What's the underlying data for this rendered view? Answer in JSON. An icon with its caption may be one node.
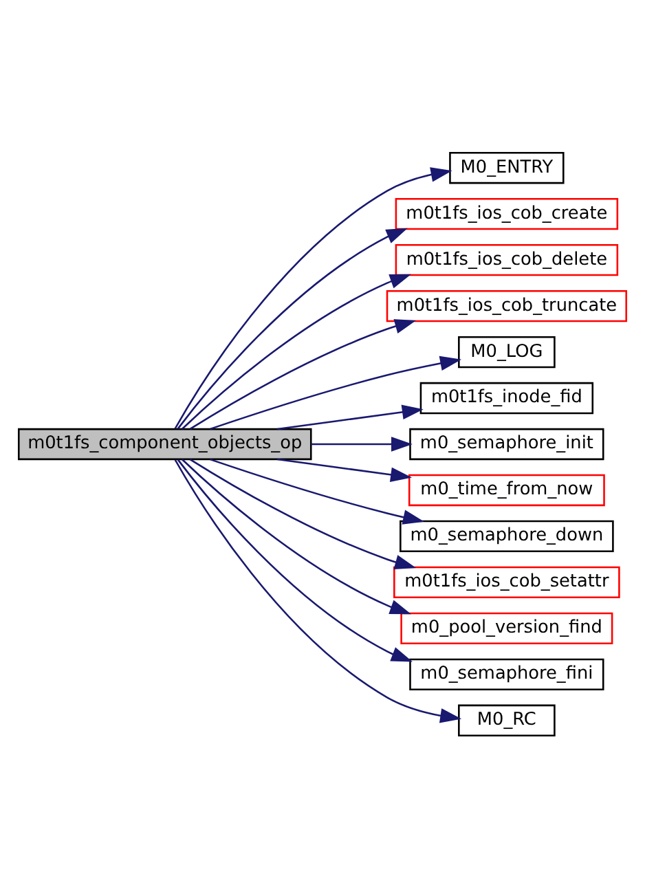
{
  "diagram": {
    "nodes": [
      {
        "text": [
          "m0t1fs_component_objects_op"
        ]
      },
      {
        "text": [
          "M0_ENTRY"
        ]
      },
      {
        "text": [
          "m0t1fs_ios_cob_create"
        ]
      },
      {
        "text": [
          "m0t1fs_ios_cob_delete"
        ]
      },
      {
        "text": [
          "m0t1fs_ios_cob_truncate"
        ]
      },
      {
        "text": [
          "M0_LOG"
        ]
      },
      {
        "text": [
          "m0t1fs_inode_fid"
        ]
      },
      {
        "text": [
          "m0_semaphore_init"
        ]
      },
      {
        "text": [
          "m0_time_from_now"
        ]
      },
      {
        "text": [
          "m0_semaphore_down"
        ]
      },
      {
        "text": [
          "m0t1fs_ios_cob_setattr"
        ]
      },
      {
        "text": [
          "m0_pool_version_find"
        ]
      },
      {
        "text": [
          "m0_semaphore_fini"
        ]
      },
      {
        "text": [
          "M0_RC"
        ]
      }
    ],
    "edges": [
      {
        "from": 0,
        "to": 1,
        "arrow": "to"
      },
      {
        "from": 0,
        "to": 2,
        "arrow": "to"
      },
      {
        "from": 0,
        "to": 3,
        "arrow": "to"
      },
      {
        "from": 0,
        "to": 4,
        "arrow": "to"
      },
      {
        "from": 0,
        "to": 5,
        "arrow": "to"
      },
      {
        "from": 0,
        "to": 6,
        "arrow": "to"
      },
      {
        "from": 0,
        "to": 7,
        "arrow": "to"
      },
      {
        "from": 0,
        "to": 8,
        "arrow": "to"
      },
      {
        "from": 0,
        "to": 9,
        "arrow": "to"
      },
      {
        "from": 0,
        "to": 10,
        "arrow": "to"
      },
      {
        "from": 0,
        "to": 11,
        "arrow": "to"
      },
      {
        "from": 0,
        "to": 12,
        "arrow": "to"
      },
      {
        "from": 0,
        "to": 13,
        "arrow": "to"
      }
    ]
  }
}
